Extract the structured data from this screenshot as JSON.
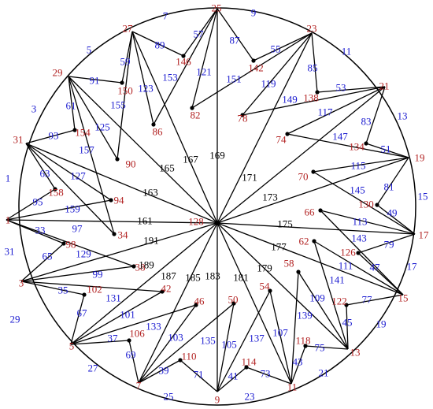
{
  "colors": {
    "vertex_label": "#b22222",
    "outer_edge_label": "#1a1ad0",
    "center_edge_label": "#000000",
    "edges": "#000000"
  },
  "graph": {
    "center": "128",
    "outer_vertices": [
      "1",
      "3",
      "5",
      "7",
      "9",
      "11",
      "13",
      "15",
      "17",
      "19",
      "21",
      "23",
      "25",
      "27",
      "29",
      "31"
    ],
    "inner_vertices": [
      "98",
      "102",
      "106",
      "110",
      "114",
      "118",
      "122",
      "126",
      "130",
      "134",
      "138",
      "142",
      "146",
      "150",
      "154",
      "158",
      "94",
      "38",
      "42",
      "46",
      "50",
      "54",
      "58",
      "62",
      "66",
      "70",
      "74",
      "78",
      "82",
      "86",
      "90",
      "34"
    ],
    "spoke_labels": [
      "161",
      "191",
      "189",
      "187",
      "185",
      "183",
      "181",
      "179",
      "177",
      "175",
      "173",
      "171",
      "169",
      "167",
      "165",
      "163"
    ],
    "edge_labels": [
      "33",
      "65",
      "35",
      "67",
      "37",
      "69",
      "39",
      "71",
      "41",
      "73",
      "43",
      "75",
      "45",
      "77",
      "47",
      "79",
      "49",
      "81",
      "51",
      "83",
      "53",
      "85",
      "55",
      "87",
      "57",
      "89",
      "59",
      "91",
      "61",
      "93",
      "63",
      "95",
      "97",
      "129",
      "99",
      "131",
      "101",
      "133",
      "103",
      "135",
      "105",
      "137",
      "107",
      "139",
      "109",
      "141",
      "111",
      "143",
      "113",
      "145",
      "115",
      "147",
      "117",
      "149",
      "119",
      "151",
      "121",
      "153",
      "123",
      "155",
      "125",
      "157",
      "127",
      "159"
    ],
    "arc_labels": [
      "31",
      "29",
      "27",
      "25",
      "23",
      "21",
      "19",
      "17",
      "15",
      "13",
      "11",
      "9",
      "7",
      "5",
      "3",
      "1"
    ]
  }
}
